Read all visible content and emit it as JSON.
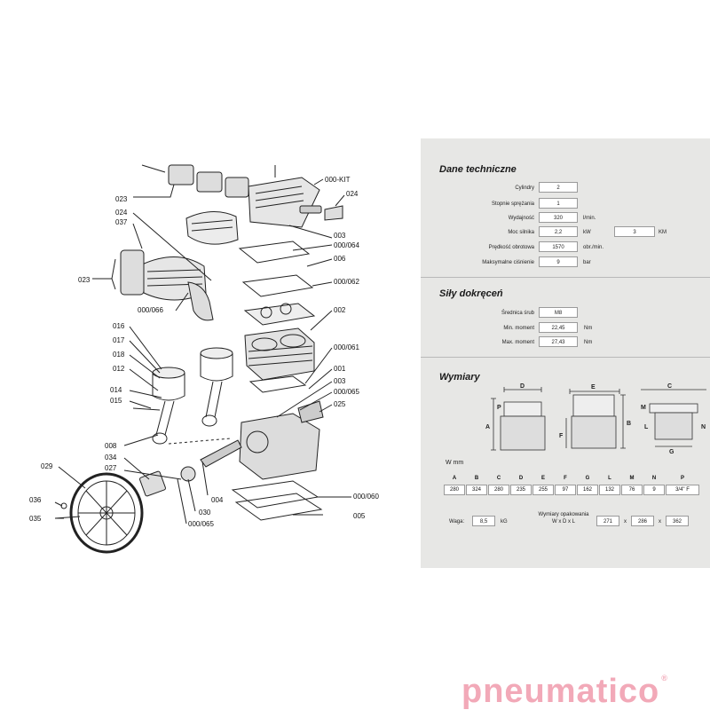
{
  "parts": {
    "p000kit": "000-KIT",
    "p024a": "024",
    "p023a": "023",
    "p024b": "024",
    "p037": "037",
    "p003a": "003",
    "p000_064": "000/064",
    "p006": "006",
    "p023b": "023",
    "p000_062": "000/062",
    "p000_066": "000/066",
    "p002": "002",
    "p016": "016",
    "p017": "017",
    "p018": "018",
    "p012": "012",
    "p000_061": "000/061",
    "p001": "001",
    "p003b": "003",
    "p014": "014",
    "p000_065a": "000/065",
    "p015": "015",
    "p025": "025",
    "p008": "008",
    "p034": "034",
    "p029": "029",
    "p027": "027",
    "p004": "004",
    "p000_060": "000/060",
    "p036": "036",
    "p030": "030",
    "p005": "005",
    "p035": "035",
    "p000_065b": "000/065"
  },
  "tech": {
    "title": "Dane techniczne",
    "rows": [
      {
        "label": "Cylindry",
        "value": "2",
        "unit": ""
      },
      {
        "label": "Stopnie sprężania",
        "value": "1",
        "unit": ""
      },
      {
        "label": "Wydajność",
        "value": "320",
        "unit": "l/min."
      },
      {
        "label": "Moc silnika",
        "value": "2,2",
        "unit": "kW"
      },
      {
        "label": "Prędkość obrotowa",
        "value": "1570",
        "unit": "obr./min."
      },
      {
        "label": "Maksymalne ciśnienie",
        "value": "9",
        "unit": "bar"
      }
    ],
    "km_value": "3",
    "km_unit": "KM"
  },
  "torque": {
    "title": "Siły dokręceń",
    "rows": [
      {
        "label": "Średnica śrub",
        "value": "M8",
        "unit": ""
      },
      {
        "label": "Min. moment",
        "value": "22,45",
        "unit": "Nm"
      },
      {
        "label": "Max. moment",
        "value": "27,43",
        "unit": "Nm"
      }
    ]
  },
  "dims": {
    "title": "Wymiary",
    "drawing_labels": {
      "a": "A",
      "b": "B",
      "c": "C",
      "d": "D",
      "e": "E",
      "f": "F",
      "g": "G",
      "l": "L",
      "m": "M",
      "n": "N",
      "p": "P"
    },
    "unit_label": "W mm",
    "headers": [
      "A",
      "B",
      "C",
      "D",
      "E",
      "F",
      "G",
      "L",
      "M",
      "N",
      "P"
    ],
    "values": [
      "280",
      "324",
      "280",
      "235",
      "255",
      "97",
      "162",
      "132",
      "76",
      "9",
      "3/4\" F"
    ],
    "weight_label": "Waga:",
    "weight_value": "8,5",
    "weight_unit": "kG",
    "pack_label_1": "Wymiary opakowania",
    "pack_label_2": "W x D x L",
    "pack": [
      "271",
      "286",
      "362"
    ],
    "times": "x"
  },
  "brand": {
    "name": "pneumatico",
    "registered": "®",
    "color": "#f2a9b8"
  }
}
